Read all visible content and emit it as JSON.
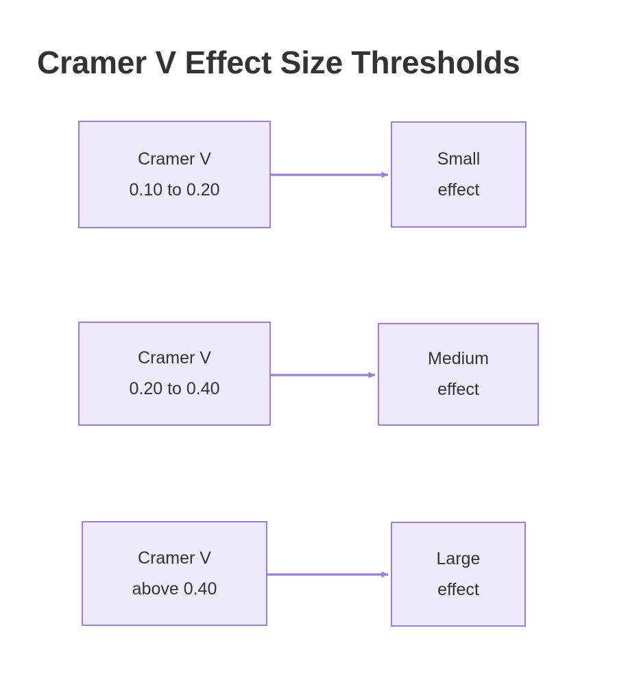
{
  "diagram": {
    "title": "Cramer V Effect Size Thresholds",
    "type": "flowchart",
    "orientation": "left-to-right",
    "background_color": "#ffffff",
    "node_fill_color": "#ECEAFB",
    "node_border_color": "#9B7EE0",
    "edge_color": "#9B7EE0",
    "text_color": "#333333",
    "rows": [
      {
        "id": "row-1",
        "source": {
          "name": "cramer-v-small-range",
          "line1": "Cramer V",
          "line2": "0.10 to 0.20"
        },
        "edge": {
          "name": "edge-small",
          "label": "",
          "arrowhead": "triangle"
        },
        "target": {
          "name": "small-effect",
          "line1": "Small",
          "line2": "effect"
        }
      },
      {
        "id": "row-2",
        "source": {
          "name": "cramer-v-medium-range",
          "line1": "Cramer V",
          "line2": "0.20 to 0.40"
        },
        "edge": {
          "name": "edge-medium",
          "label": "",
          "arrowhead": "triangle"
        },
        "target": {
          "name": "medium-effect",
          "line1": "Medium",
          "line2": "effect"
        }
      },
      {
        "id": "row-3",
        "source": {
          "name": "cramer-v-large-range",
          "line1": "Cramer V",
          "line2": "above 0.40"
        },
        "edge": {
          "name": "edge-large",
          "label": "",
          "arrowhead": "triangle"
        },
        "target": {
          "name": "large-effect",
          "line1": "Large",
          "line2": "effect"
        }
      }
    ]
  }
}
